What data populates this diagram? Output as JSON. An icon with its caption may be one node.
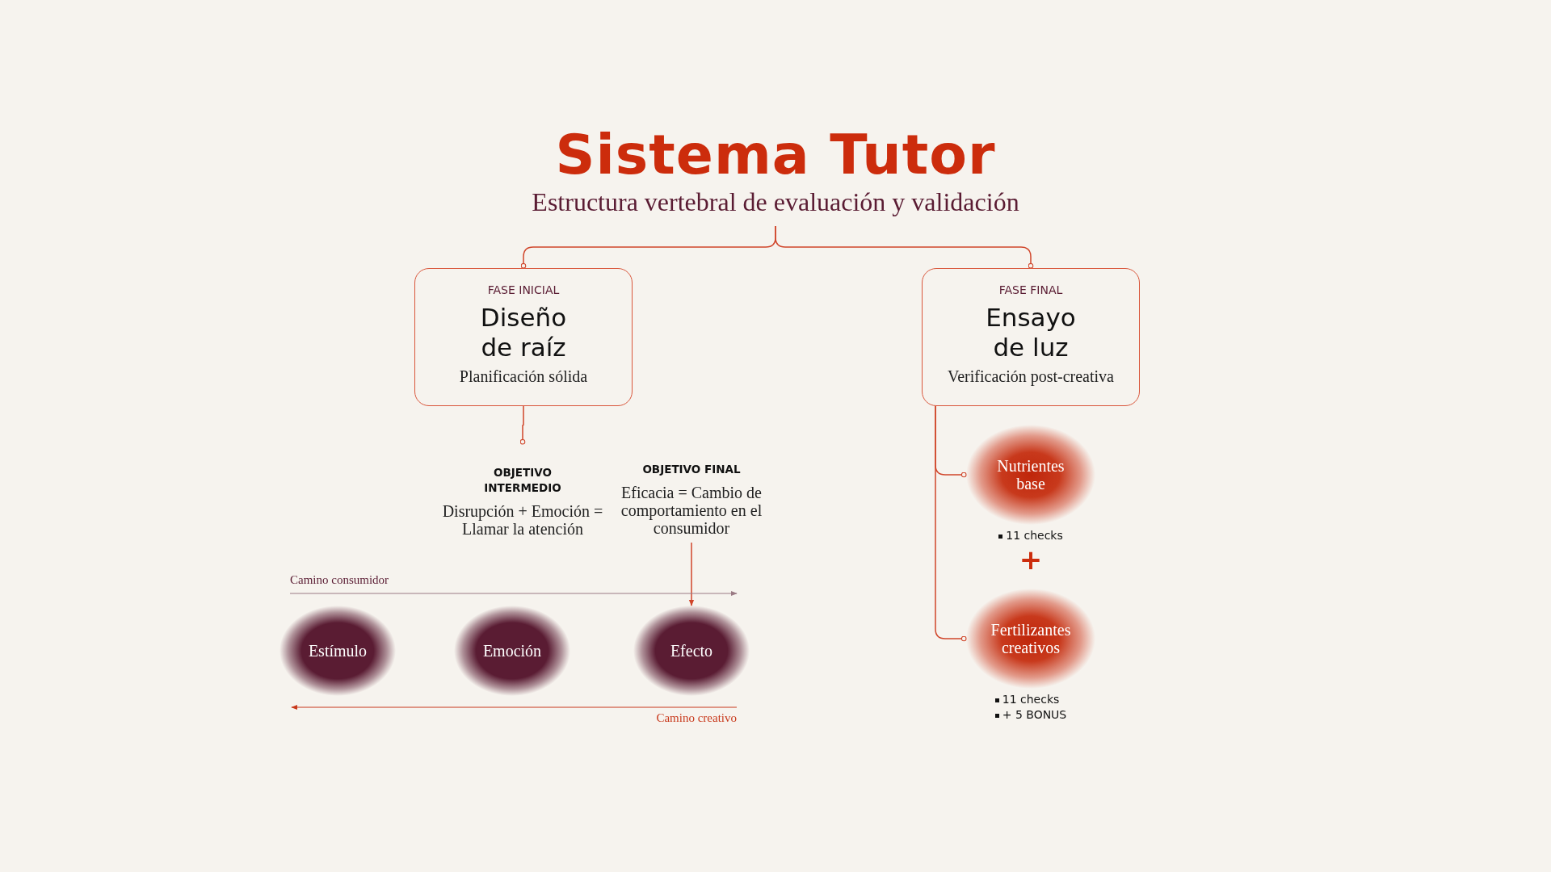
{
  "diagram": {
    "title": "Sistema Tutor",
    "nodes": [
      {
        "text": [
          "Estructura vertebral de evaluación y validación"
        ]
      },
      {
        "text": [
          "FASE INICIAL",
          "Diseño de raíz",
          "Planificación sólida"
        ]
      },
      {
        "text": [
          "FASE FINAL",
          "Ensayo de luz",
          "Verificación post-creativa"
        ]
      },
      {
        "text": [
          "OBJETIVO INTERMEDIO",
          "Disrupción + Emoción = Llamar la atención"
        ]
      },
      {
        "text": [
          "OBJETIVO FINAL",
          "Eficacia = Cambio de comportamiento en el consumidor"
        ]
      },
      {
        "text": [
          "Estímulo"
        ]
      },
      {
        "text": [
          "Emoción"
        ]
      },
      {
        "text": [
          "Efecto"
        ]
      },
      {
        "text": [
          "Nutrientes base"
        ],
        "beside": [
          "11 checks"
        ]
      },
      {
        "text": [
          "Fertilizantes creativos"
        ],
        "beside": [
          "11 checks",
          "+ 5 BONUS"
        ]
      }
    ],
    "edges": [
      {
        "from": 0,
        "to": 1,
        "arrow": "other"
      },
      {
        "from": 0,
        "to": 2,
        "arrow": "other"
      },
      {
        "from": 1,
        "to": 3,
        "arrow": "other"
      },
      {
        "from": 4,
        "to": 7,
        "arrow": "to"
      },
      {
        "from": 2,
        "to": 8,
        "arrow": "other"
      },
      {
        "from": 2,
        "to": 9,
        "arrow": "other"
      }
    ],
    "labels": [
      "+",
      "Camino consumidor",
      "Camino creativo"
    ]
  }
}
